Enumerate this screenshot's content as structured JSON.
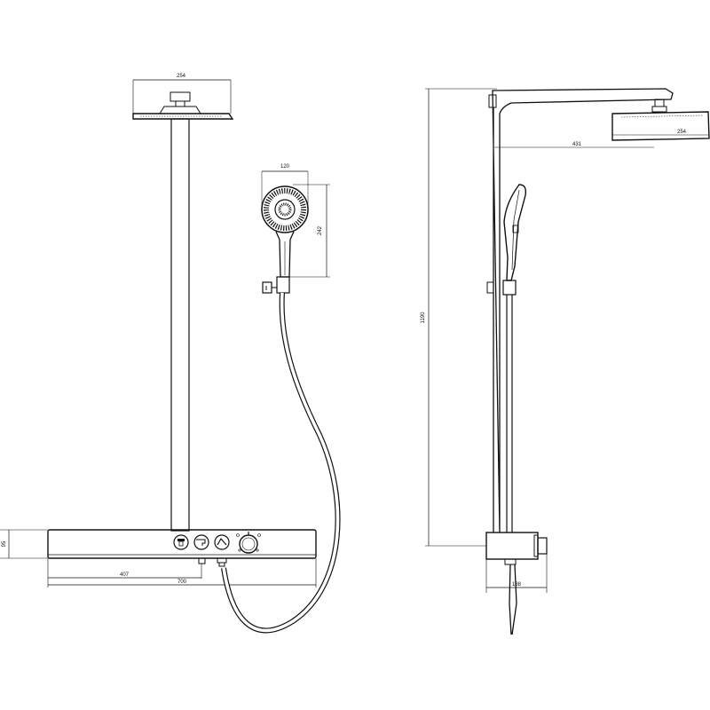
{
  "front_view": {
    "dims": {
      "head_width": "254",
      "handshower_width": "120",
      "handshower_height": "242",
      "height_left": "95",
      "offset_407": "407",
      "width_700": "700"
    }
  },
  "side_view": {
    "dims": {
      "total_height": "1190",
      "arm_reach": "431",
      "head_width": "254",
      "mixer_depth": "138"
    }
  },
  "colors": {
    "line": "#111111",
    "background": "#ffffff"
  }
}
